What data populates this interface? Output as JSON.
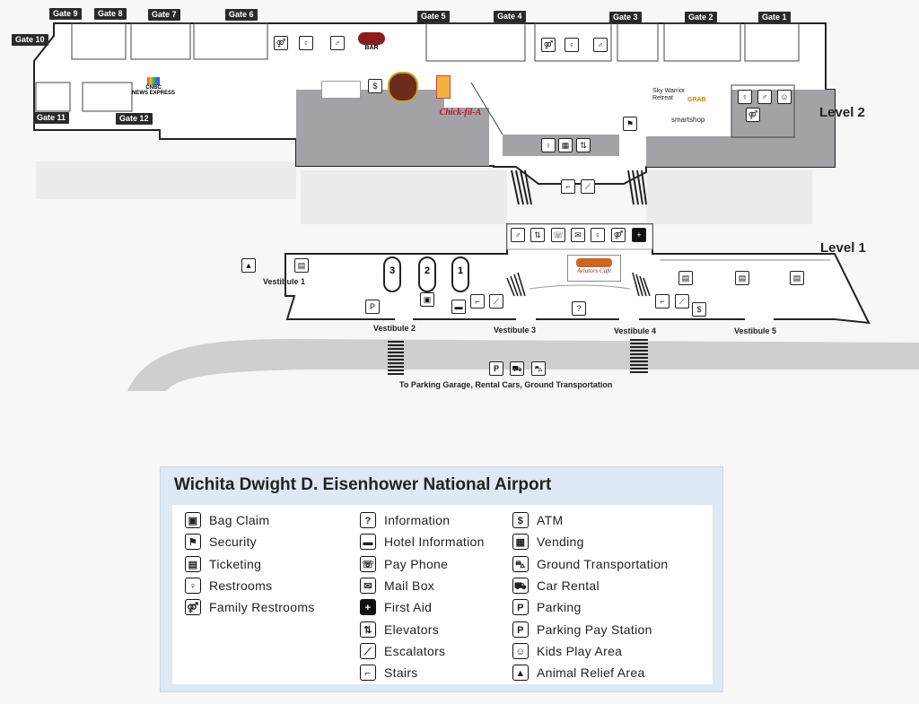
{
  "level2_label": "Level 2",
  "level1_label": "Level 1",
  "gates": [
    "Gate 1",
    "Gate 2",
    "Gate 3",
    "Gate 4",
    "Gate 5",
    "Gate 6",
    "Gate 7",
    "Gate 8",
    "Gate 9",
    "Gate 10",
    "Gate 11",
    "Gate 12"
  ],
  "vestibules": [
    "Vestibule 1",
    "Vestibule 2",
    "Vestibule 3",
    "Vestibule 4",
    "Vestibule 5"
  ],
  "carousels": [
    "3",
    "2",
    "1"
  ],
  "parking_note": "To Parking Garage, Rental Cars, Ground Transportation",
  "shops": {
    "bar": "BAR",
    "news_brand": "CNBC",
    "news": "NEWS EXPRESS",
    "chickfila": "Chick-fil-A",
    "cafe": "Aviators Cafe",
    "sky_warrior": "Sky Warrior Retreat",
    "grab": "GRAB",
    "smartshop": "smartshop"
  },
  "legend": {
    "title": "Wichita Dwight D. Eisenhower National Airport",
    "col1": [
      "Bag Claim",
      "Security",
      "Ticketing",
      "Restrooms",
      "Family Restrooms"
    ],
    "col2": [
      "Information",
      "Hotel Information",
      "Pay Phone",
      "Mail Box",
      "First Aid",
      "Elevators",
      "Escalators",
      "Stairs"
    ],
    "col3": [
      "ATM",
      "Vending",
      "Ground Transportation",
      "Car Rental",
      "Parking",
      "Parking Pay Station",
      "Kids Play Area",
      "Animal Relief Area"
    ]
  },
  "icons": {
    "col1": [
      "bag-icon",
      "security-icon",
      "ticketing-icon",
      "restroom-icon",
      "family-restroom-icon"
    ],
    "col2": [
      "information-icon",
      "hotel-icon",
      "phone-icon",
      "mailbox-icon",
      "first-aid-icon",
      "elevator-icon",
      "escalator-icon",
      "stairs-icon"
    ],
    "col3": [
      "atm-icon",
      "vending-icon",
      "ground-transport-icon",
      "car-rental-icon",
      "parking-icon",
      "parking-pay-icon",
      "kids-play-icon",
      "animal-relief-icon"
    ]
  },
  "colors": {
    "shaded": "#a3a3a7",
    "outline": "#222222",
    "road": "#cfcfd1",
    "legend_bg": "#dde9f5"
  }
}
